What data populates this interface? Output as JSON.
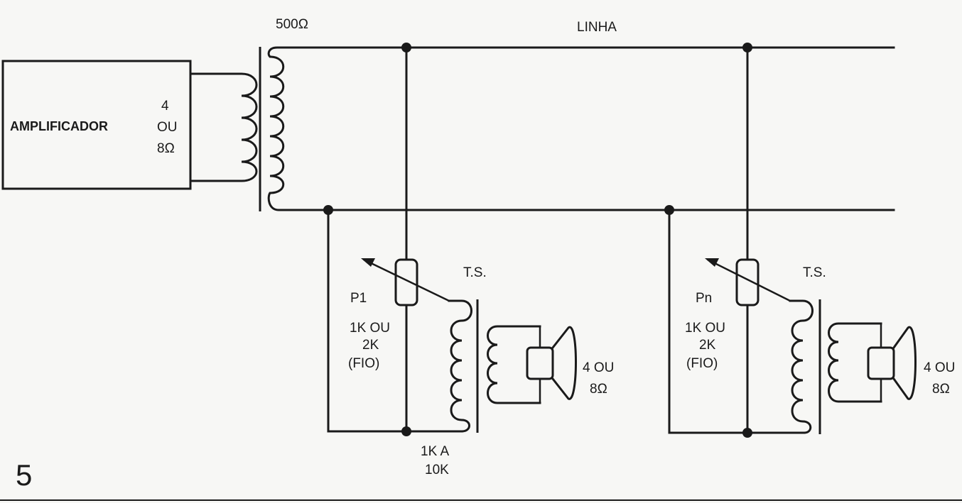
{
  "labels": {
    "amplifier": "AMPLIFICADOR",
    "amp_imp_1": "4",
    "amp_imp_2": "OU",
    "amp_imp_3": "8Ω",
    "transformer_imp": "500Ω",
    "line": "LINHA",
    "ts_1": "T.S.",
    "ts_2": "T.S.",
    "pot_1_name": "P1",
    "pot_1_val_1": "1K OU",
    "pot_1_val_2": "2K",
    "pot_1_val_3": "(FIO)",
    "pot_n_name": "Pn",
    "pot_n_val_1": "1K OU",
    "pot_n_val_2": "2K",
    "pot_n_val_3": "(FIO)",
    "spk_1_imp_1": "4 OU",
    "spk_1_imp_2": "8Ω",
    "spk_n_imp_1": "4 OU",
    "spk_n_imp_2": "8Ω",
    "range_1": "1K A",
    "range_2": "10K",
    "figure_number": "5"
  }
}
